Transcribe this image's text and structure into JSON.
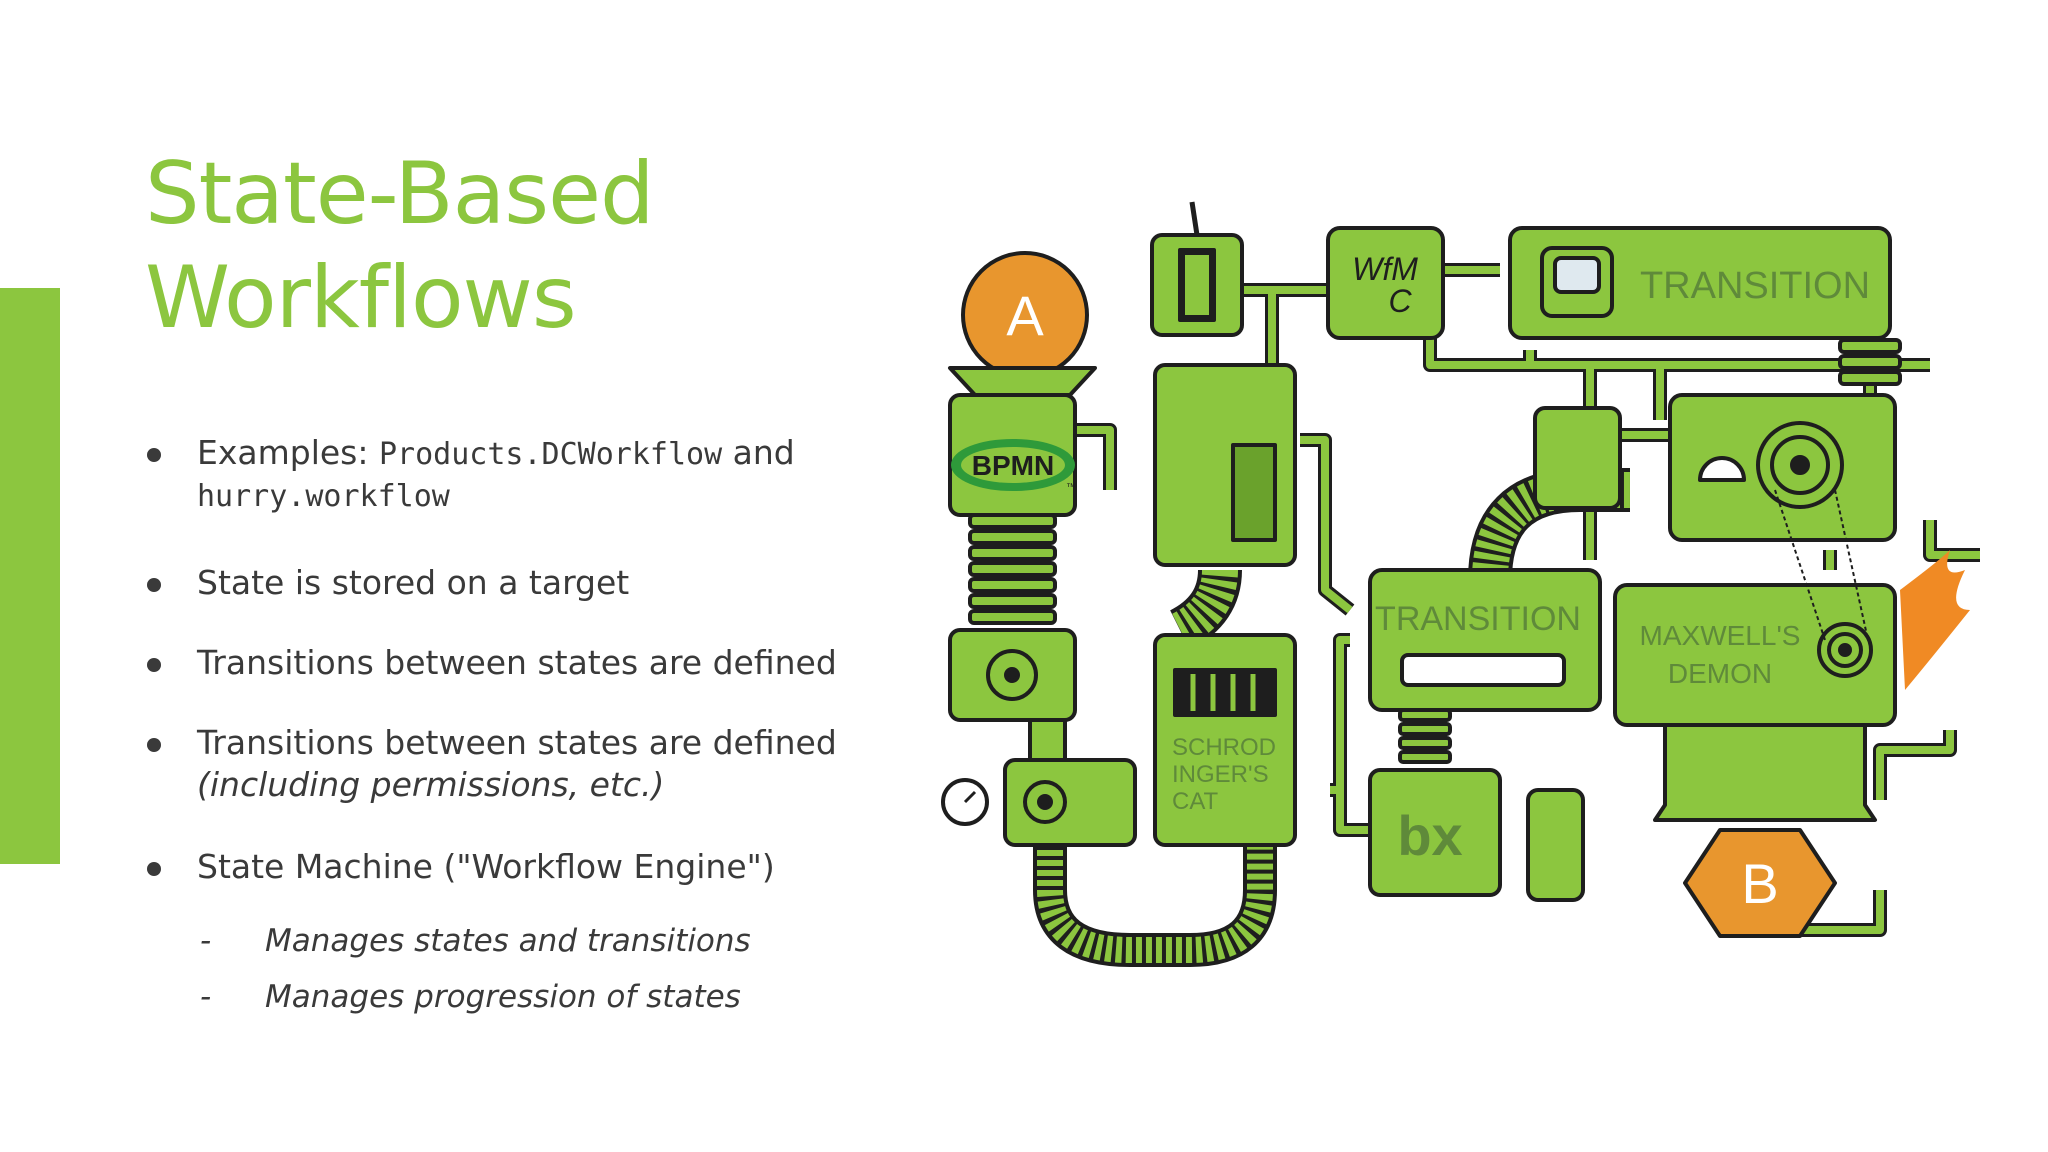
{
  "slide": {
    "title_line1": "State-Based",
    "title_line2": "Workflows",
    "bullets": [
      {
        "pre": "Examples: ",
        "code1": "Products.DCWorkflow",
        "mid": " and",
        "code2": "hurry.workflow"
      },
      {
        "text": "State is stored on a target"
      },
      {
        "text": "Transitions between states are defined"
      },
      {
        "line1": "Transitions between states are defined",
        "line2": "(including permissions, etc.)"
      },
      {
        "text": "State Machine (\"Workflow Engine\")"
      }
    ],
    "sub_bullets": [
      {
        "dash": "-",
        "text": "Manages states and transitions"
      },
      {
        "dash": "-",
        "text": "Manages progression of states"
      }
    ]
  },
  "machine": {
    "label_a": "A",
    "label_b": "B",
    "bpmn": "BPMN",
    "tm": "™",
    "wfmc_1": "WfM",
    "wfmc_2": "C",
    "transition_top": "TRANSITION",
    "transition_mid": "TRANSITION",
    "maxwell_1": "MAXWELL'S",
    "maxwell_2": "DEMON",
    "cat_1": "SCHROD",
    "cat_2": "INGER'S",
    "cat_3": "CAT",
    "bx": "bx",
    "colors": {
      "green": "#8cc63f",
      "orange": "#e8962e",
      "outline": "#1e1e1e",
      "shadow": "#d9d9d9"
    }
  }
}
